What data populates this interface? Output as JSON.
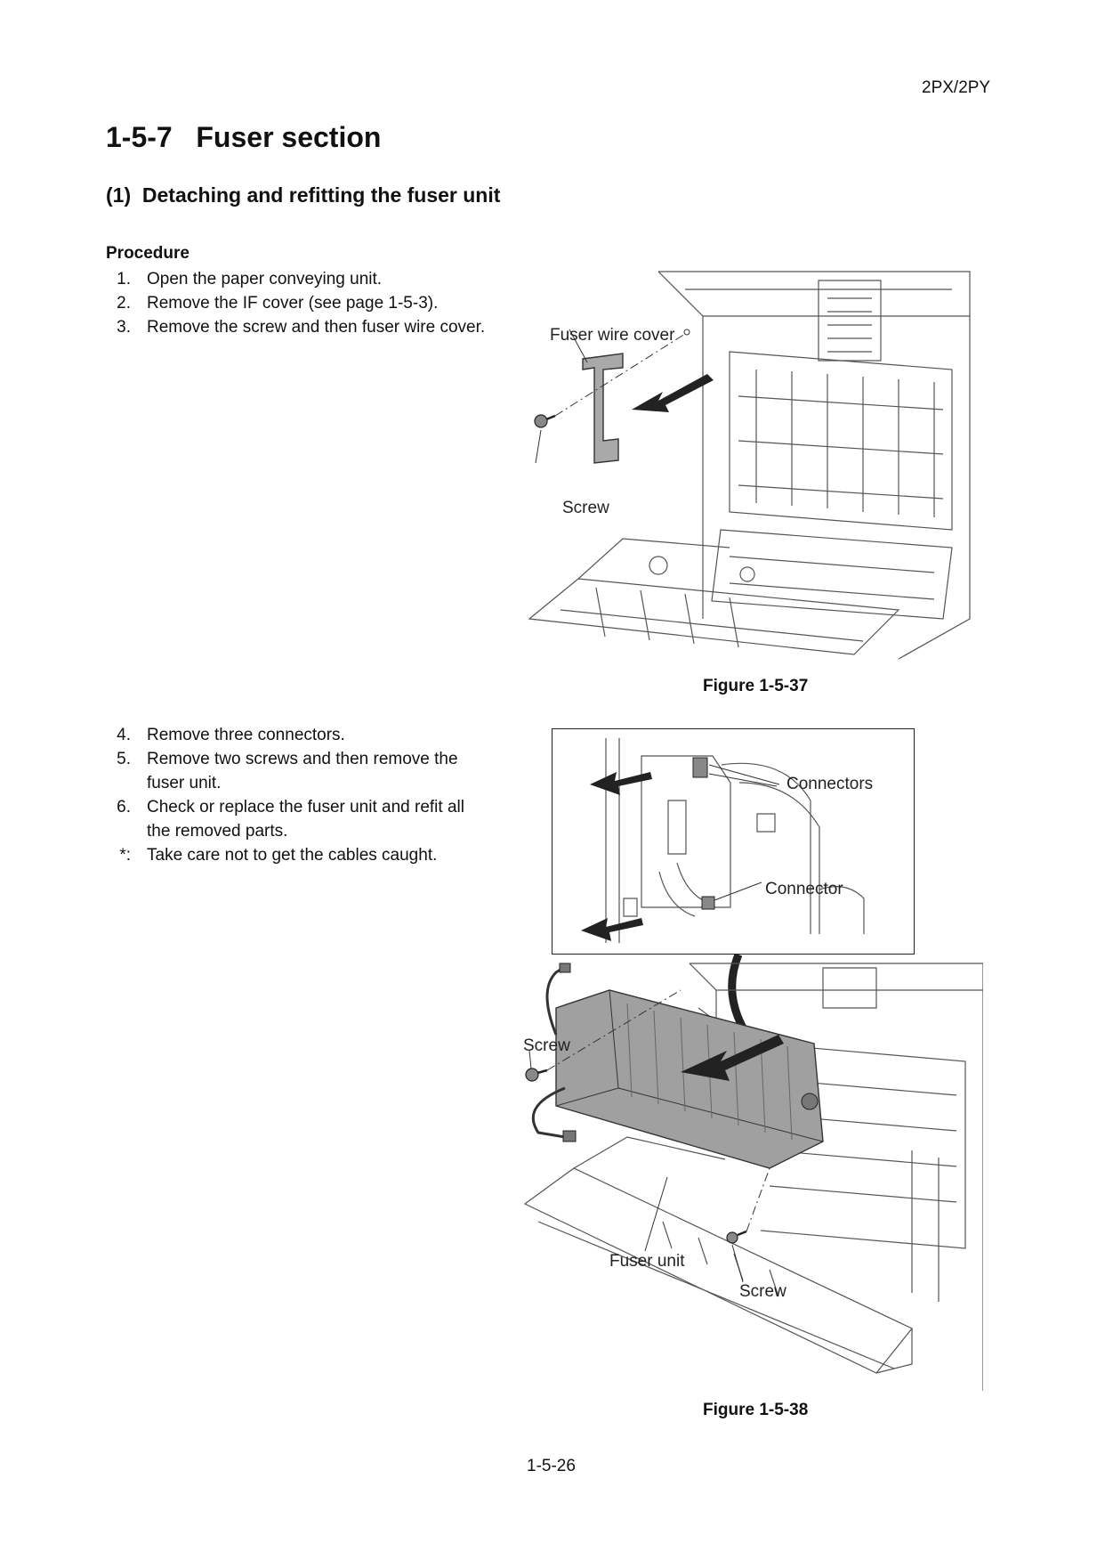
{
  "header": {
    "model": "2PX/2PY"
  },
  "section": {
    "number": "1-5-7",
    "title": "Fuser section",
    "heading": "1-5-7   Fuser section"
  },
  "subsection": {
    "heading": "(1)  Detaching and refitting the fuser unit"
  },
  "procedure_label": "Procedure",
  "steps_a": [
    {
      "num": "1.",
      "text": "Open the paper conveying unit."
    },
    {
      "num": "2.",
      "text": "Remove the IF cover (see page 1-5-3)."
    },
    {
      "num": "3.",
      "text": "Remove the screw and then fuser wire cover."
    }
  ],
  "steps_b": [
    {
      "num": "4.",
      "text": "Remove three connectors."
    },
    {
      "num": "5.",
      "text": "Remove two screws and then remove the fuser unit."
    },
    {
      "num": "6.",
      "text": "Check or replace the fuser unit and refit all the removed parts."
    },
    {
      "num": "*:",
      "text": "Take care not to get the cables caught."
    }
  ],
  "figure1": {
    "caption": "Figure 1-5-37",
    "callouts": {
      "cover": "Fuser wire cover",
      "screw": "Screw"
    }
  },
  "figure2": {
    "caption": "Figure 1-5-38",
    "callouts": {
      "connectors": "Connectors",
      "connector": "Connector",
      "screw_left": "Screw",
      "fuser_unit": "Fuser unit",
      "screw_right": "Screw"
    }
  },
  "footer": {
    "page": "1-5-26"
  }
}
